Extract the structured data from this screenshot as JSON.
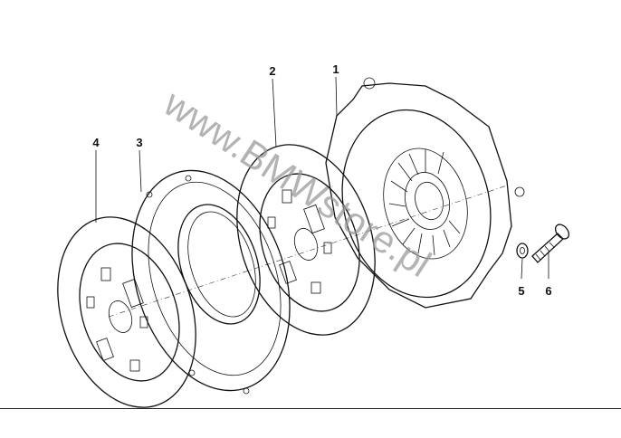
{
  "diagram": {
    "callouts": [
      {
        "number": "1",
        "part": "clutch-cover"
      },
      {
        "number": "2",
        "part": "clutch-disc"
      },
      {
        "number": "3",
        "part": "pressure-plate"
      },
      {
        "number": "4",
        "part": "clutch-disc-outer"
      },
      {
        "number": "5",
        "part": "washer"
      },
      {
        "number": "6",
        "part": "bolt"
      }
    ],
    "watermark": "www.BMWstore.pl"
  }
}
